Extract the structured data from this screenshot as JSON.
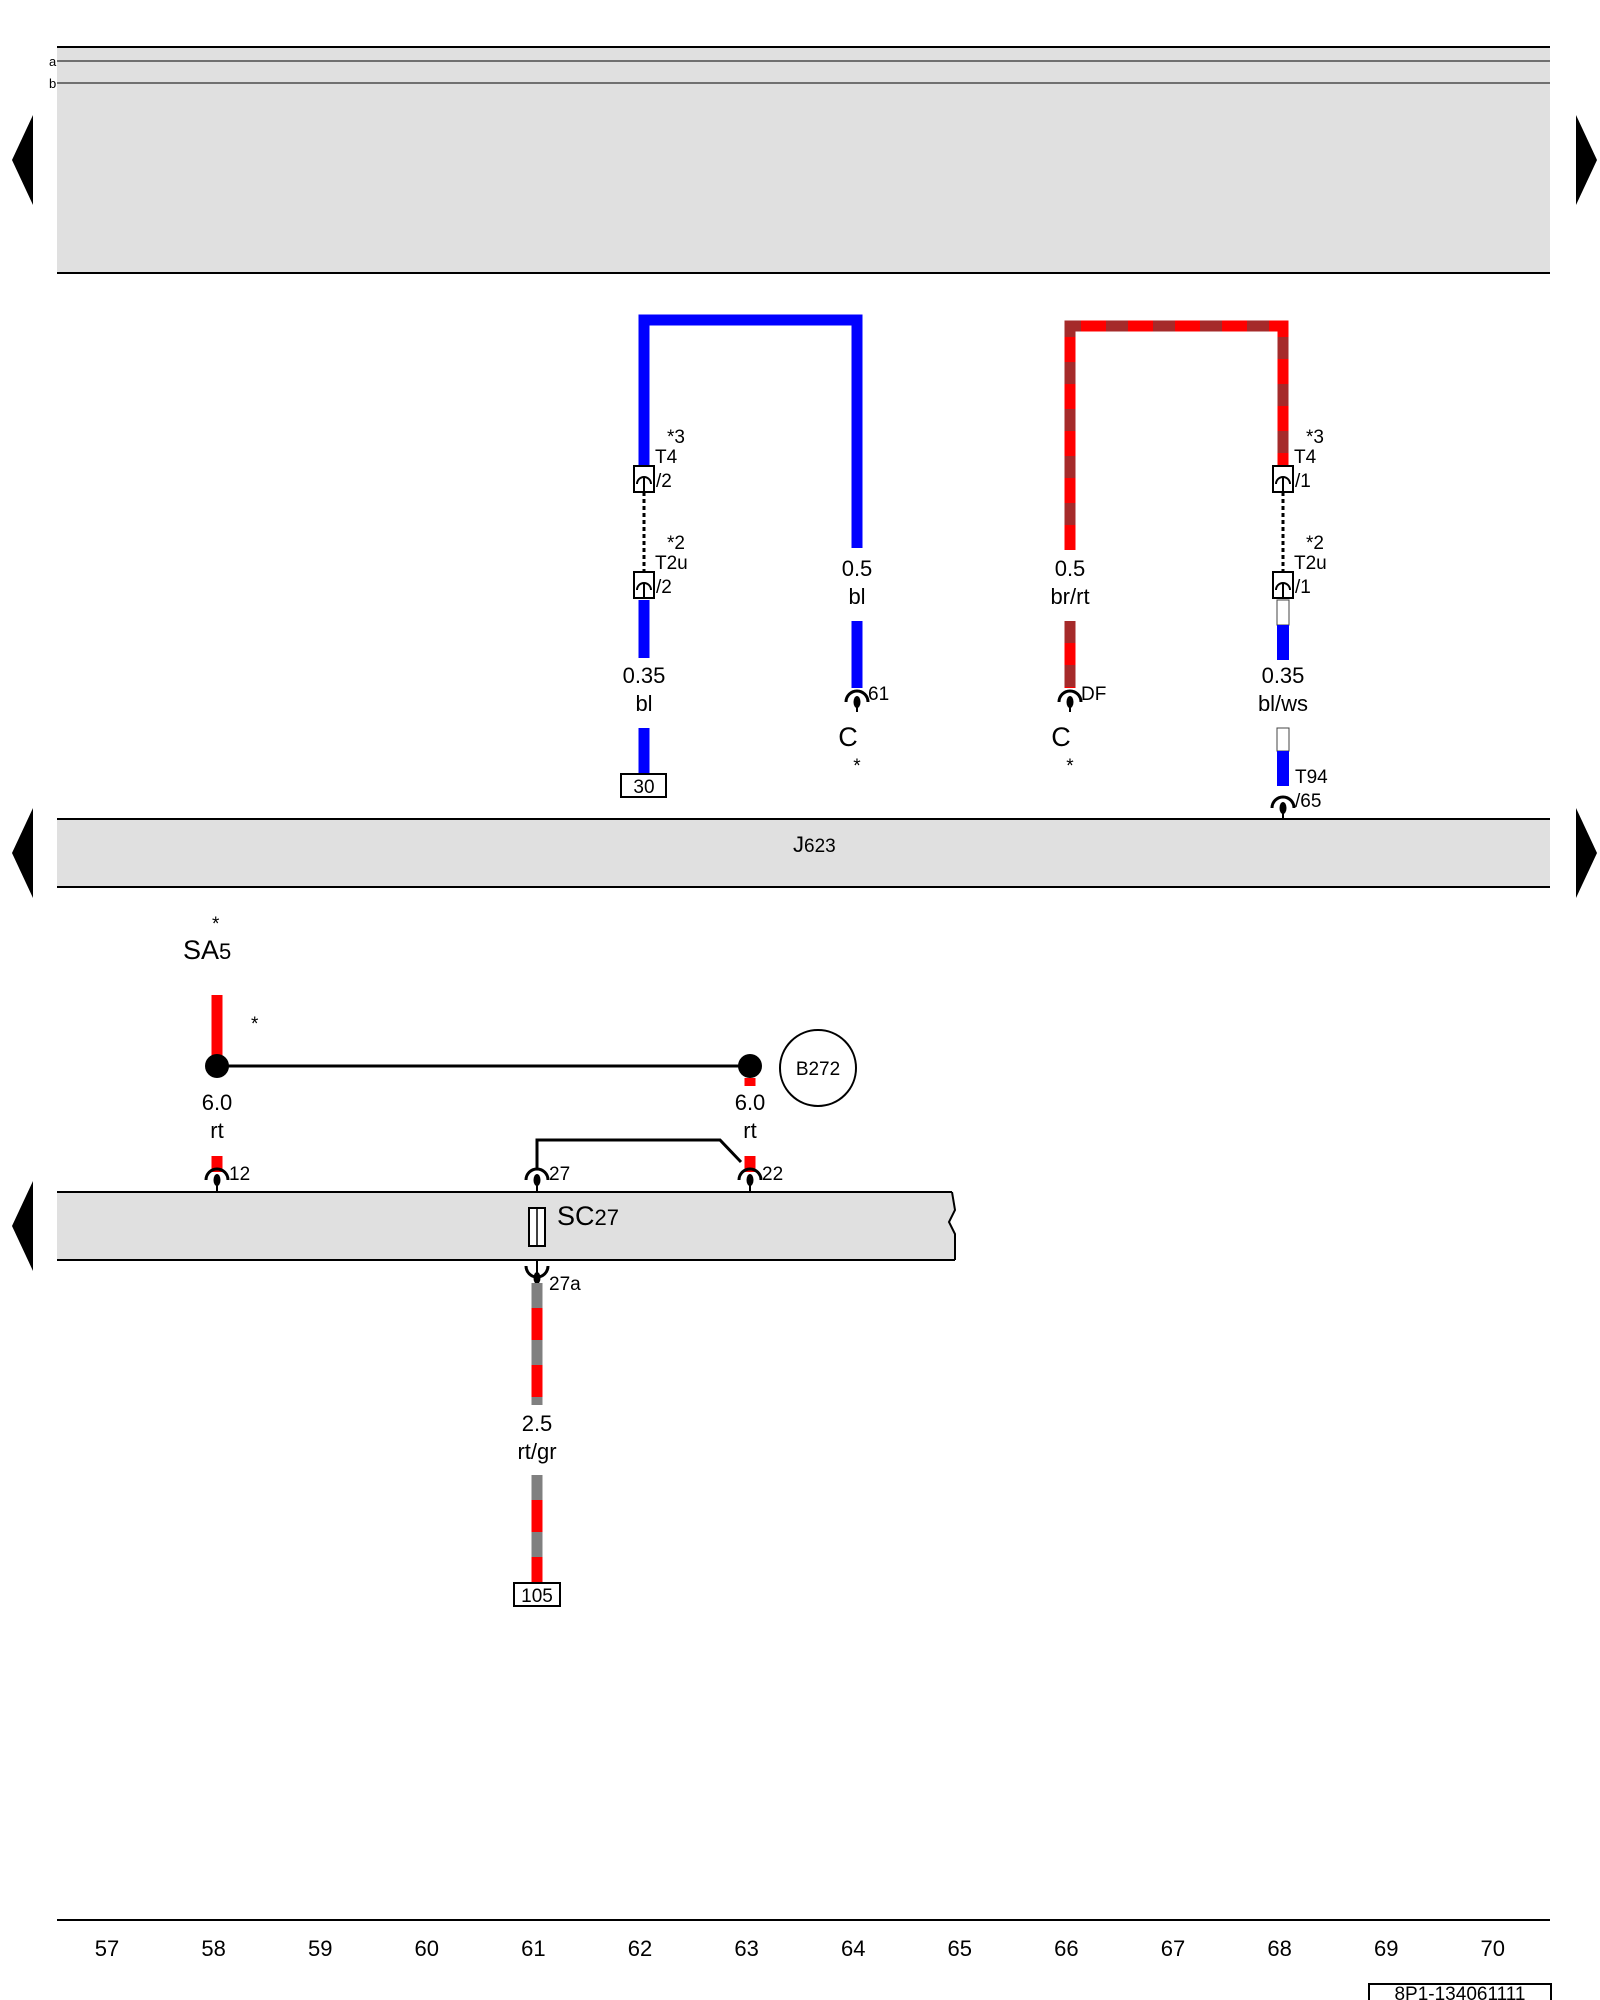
{
  "top_rail": {
    "a_label": "a",
    "b_label": "b"
  },
  "control_unit": {
    "name": "J",
    "subscript": "623"
  },
  "fuse_relay": {
    "sa_name": "SA",
    "sa_subscript": "5",
    "sa_note": "*",
    "sc_name": "SC",
    "sc_subscript": "27",
    "bus_note": "*",
    "ground": "B272"
  },
  "wires": {
    "w_blue_left": {
      "gauge": "0.35",
      "color": "bl",
      "terminal": "30"
    },
    "w_blue_right": {
      "gauge": "0.5",
      "color": "bl",
      "pin": "61",
      "connector": "C",
      "note": "*"
    },
    "w_brrt": {
      "gauge": "0.5",
      "color": "br/rt",
      "pin": "DF",
      "connector": "C",
      "note": "*"
    },
    "w_blws": {
      "gauge": "0.35",
      "color": "bl/ws",
      "connector": "T94",
      "pin": "/65"
    },
    "w_sa5": {
      "gauge": "6.0",
      "color": "rt",
      "pin": "12"
    },
    "w_b272": {
      "gauge": "6.0",
      "color": "rt",
      "pin": "22"
    },
    "w_fuse_in": {
      "pin": "27"
    },
    "w_rtgr": {
      "gauge": "2.5",
      "color": "rt/gr",
      "pin": "27a",
      "terminal": "105"
    }
  },
  "connectors": {
    "t4_left": {
      "note": "*3",
      "name": "T4",
      "pin": "/2"
    },
    "t2u_left": {
      "note": "*2",
      "name": "T2u",
      "pin": "/2"
    },
    "t4_right": {
      "note": "*3",
      "name": "T4",
      "pin": "/1"
    },
    "t2u_right": {
      "note": "*2",
      "name": "T2u",
      "pin": "/1"
    }
  },
  "grid_numbers": [
    "57",
    "58",
    "59",
    "60",
    "61",
    "62",
    "63",
    "64",
    "65",
    "66",
    "67",
    "68",
    "69",
    "70"
  ],
  "doc_code": "8P1-134061111",
  "colors": {
    "blue": "#0000ff",
    "red": "#ff0000",
    "brown": "#a52a2a",
    "grey": "#808080",
    "panel": "#e0e0e0"
  },
  "icons": [
    "left-arrow-icon",
    "right-arrow-icon"
  ]
}
